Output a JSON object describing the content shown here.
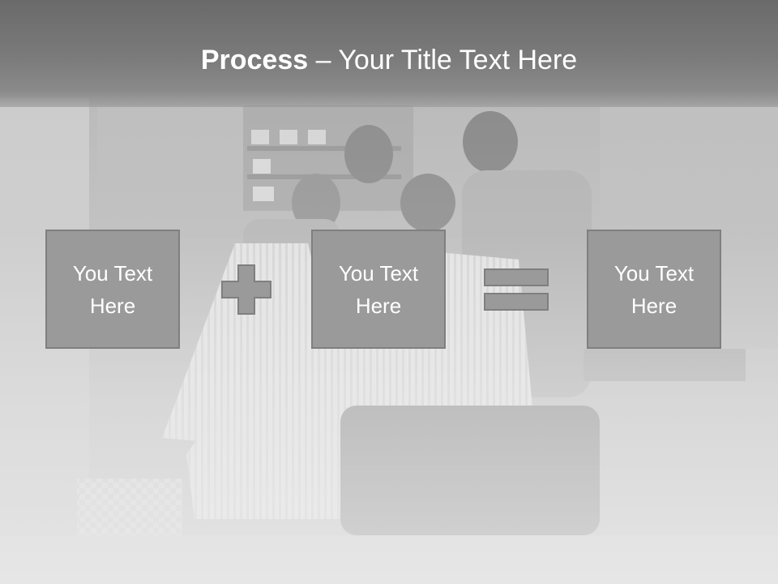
{
  "slide": {
    "title_bold": "Process",
    "title_rest": " – Your Title Text Here"
  },
  "process": {
    "boxes": [
      {
        "label": "You Text Here"
      },
      {
        "label": "You Text Here"
      },
      {
        "label": "You Text Here"
      }
    ],
    "operators": [
      "plus-icon",
      "equals-icon"
    ]
  },
  "colors": {
    "title_bar": "#6a6a6a",
    "box_fill": "#9a9a9a",
    "box_border": "#7f7f7f",
    "operator_fill": "#9a9a9a",
    "text": "#ffffff"
  }
}
